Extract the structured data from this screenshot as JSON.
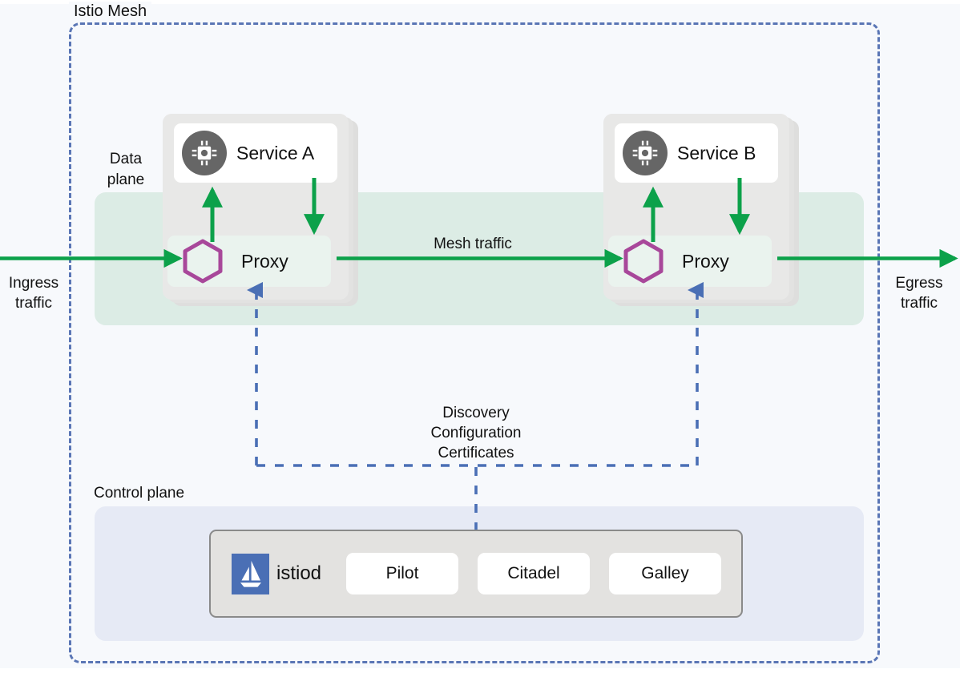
{
  "diagram": {
    "title": "Istio Mesh",
    "mesh_boundary_color": "#5a76b5",
    "traffic_color": "#0ca14a",
    "proxy_hex_color": "#a8479a",
    "service_icon_color": "#666666"
  },
  "planes": {
    "data_plane_label": "Data\nplane",
    "data_plane_label_line1": "Data",
    "data_plane_label_line2": "plane",
    "data_plane_band_color": "#dcece5",
    "control_plane_label": "Control plane",
    "control_plane_band_color": "#e6eaf5"
  },
  "pods": [
    {
      "service_name": "Service A",
      "service_icon": "cpu-chip-icon",
      "proxy_label": "Proxy",
      "proxy_icon": "hexagon-icon"
    },
    {
      "service_name": "Service B",
      "service_icon": "cpu-chip-icon",
      "proxy_label": "Proxy",
      "proxy_icon": "hexagon-icon"
    }
  ],
  "traffic": {
    "ingress_line1": "Ingress",
    "ingress_line2": "traffic",
    "mesh_label": "Mesh traffic",
    "egress_line1": "Egress",
    "egress_line2": "traffic"
  },
  "control_flow": {
    "line1": "Discovery",
    "line2": "Configuration",
    "line3": "Certificates",
    "marker_icon": "triangle-up-icon",
    "marker_color": "#4a6fb5"
  },
  "istiod": {
    "logo_icon": "istio-sailboat-icon",
    "logo_bg": "#4a6fb5",
    "name": "istiod",
    "components": [
      {
        "label": "Pilot"
      },
      {
        "label": "Citadel"
      },
      {
        "label": "Galley"
      }
    ]
  }
}
